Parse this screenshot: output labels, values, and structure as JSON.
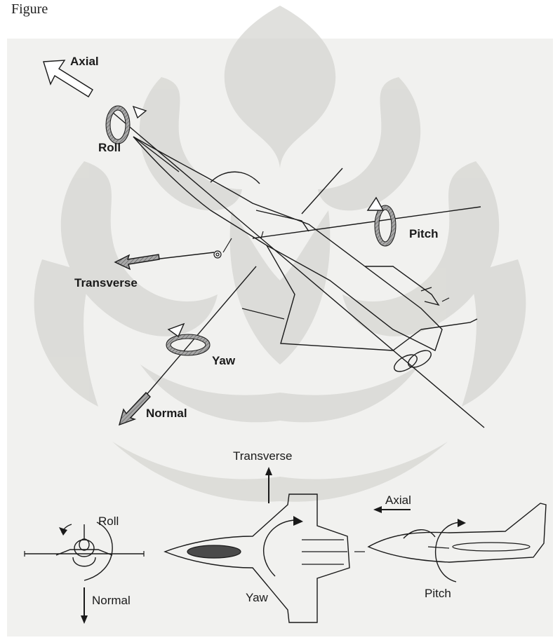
{
  "page": {
    "label": "Figure"
  },
  "main_diagram": {
    "axial_label": "Axial",
    "roll_label": "Roll",
    "pitch_label": "Pitch",
    "transverse_label": "Transverse",
    "yaw_label": "Yaw",
    "normal_label": "Normal"
  },
  "front_view": {
    "roll_label": "Roll",
    "normal_label": "Normal"
  },
  "top_view": {
    "transverse_label": "Transverse",
    "yaw_label": "Yaw"
  },
  "side_view": {
    "axial_label": "Axial",
    "pitch_label": "Pitch"
  },
  "colors": {
    "ink": "#1a1a1a",
    "shade": "#8a8a8a",
    "watermark": "#d6d6d2",
    "paper": "#f1f1ef"
  }
}
